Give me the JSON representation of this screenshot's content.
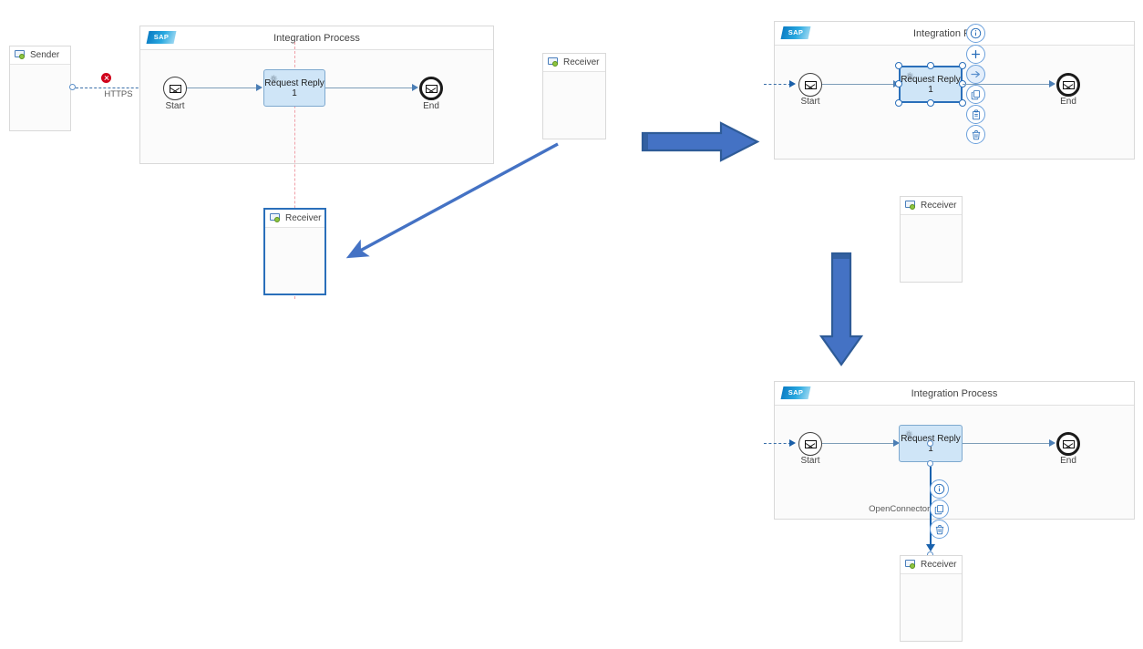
{
  "diagram": {
    "title": "SAP Integration Flow - Add Receiver and Connect Request Reply",
    "colors": {
      "accent": "#2a6fba",
      "task_fill": "#cfe5f7",
      "pool_fill": "#fbfbfb",
      "arrow_fill": "#4a7ebb",
      "arrow_stroke": "#2e5b97",
      "error": "#d0021b",
      "guide": "#f0a0a8"
    }
  },
  "panels": [
    {
      "id": "panel-before",
      "pool_title": "Integration Process",
      "logo": "SAP",
      "sender": {
        "label": "Sender",
        "icon": "participant-icon"
      },
      "receiver_unplaced": {
        "label": "Receiver",
        "icon": "participant-icon"
      },
      "receiver_dragged": {
        "label": "Receiver",
        "icon": "participant-icon",
        "selected": true
      },
      "connector_label": "HTTPS",
      "error_badge": "error-icon",
      "nodes": [
        {
          "name": "Start",
          "type": "start-event",
          "icon": "envelope-icon"
        },
        {
          "name": "Request Reply 1",
          "type": "request-reply-task",
          "icon": "gear-icon"
        },
        {
          "name": "End",
          "type": "end-event",
          "icon": "envelope-icon"
        }
      ]
    },
    {
      "id": "panel-selected",
      "pool_title": "Integration Pr",
      "logo": "SAP",
      "nodes": [
        {
          "name": "Start",
          "type": "start-event",
          "icon": "envelope-icon"
        },
        {
          "name": "Request Reply 1",
          "type": "request-reply-task",
          "icon": "gear-icon",
          "selected": true
        },
        {
          "name": "End",
          "type": "end-event",
          "icon": "envelope-icon"
        }
      ],
      "toolbar": [
        {
          "name": "info-icon",
          "label": "i",
          "active": false
        },
        {
          "name": "plus-icon",
          "label": "+",
          "active": false
        },
        {
          "name": "arrow-right-icon",
          "label": "→",
          "active": true
        },
        {
          "name": "copy-icon",
          "label": "",
          "active": false
        },
        {
          "name": "paste-icon",
          "label": "",
          "active": false
        },
        {
          "name": "delete-icon",
          "label": "",
          "active": false
        }
      ]
    },
    {
      "id": "panel-receiver-standalone",
      "receiver": {
        "label": "Receiver",
        "icon": "participant-icon"
      }
    },
    {
      "id": "panel-after",
      "pool_title": "Integration Process",
      "logo": "SAP",
      "nodes": [
        {
          "name": "Start",
          "type": "start-event",
          "icon": "envelope-icon"
        },
        {
          "name": "Request Reply 1",
          "type": "request-reply-task",
          "icon": "gear-icon"
        },
        {
          "name": "End",
          "type": "end-event",
          "icon": "envelope-icon"
        }
      ],
      "message_flow_label": "OpenConnectors",
      "receiver": {
        "label": "Receiver",
        "icon": "participant-icon"
      },
      "toolbar": [
        {
          "name": "info-icon",
          "label": "i",
          "active": false
        },
        {
          "name": "copy-icon",
          "label": "",
          "active": false
        },
        {
          "name": "delete-icon",
          "label": "",
          "active": false
        }
      ]
    }
  ],
  "step_arrows": [
    {
      "name": "drag-receiver-arrow",
      "direction": "diagonal-down-left"
    },
    {
      "name": "step-right-arrow",
      "direction": "right"
    },
    {
      "name": "step-down-arrow",
      "direction": "down"
    }
  ]
}
